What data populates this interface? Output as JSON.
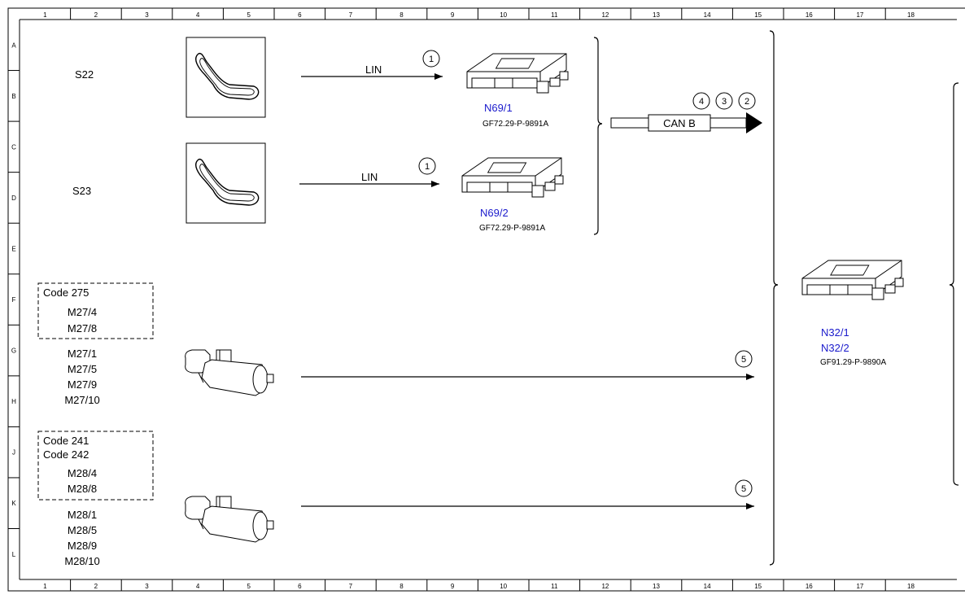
{
  "grid": {
    "columns": [
      "1",
      "2",
      "3",
      "4",
      "5",
      "6",
      "7",
      "8",
      "9",
      "10",
      "11",
      "12",
      "13",
      "14",
      "15",
      "16",
      "17",
      "18"
    ],
    "rows": [
      "A",
      "B",
      "C",
      "D",
      "E",
      "F",
      "G",
      "H",
      "J",
      "K",
      "L"
    ]
  },
  "components": {
    "s22": "S22",
    "s23": "S23",
    "m27_optional": [
      "Code 275",
      "M27/4",
      "M27/8"
    ],
    "m27": [
      "M27/1",
      "M27/5",
      "M27/9",
      "M27/10"
    ],
    "m28_optional": [
      "Code 241",
      "Code 242",
      "M28/4",
      "M28/8"
    ],
    "m28": [
      "M28/1",
      "M28/5",
      "M28/9",
      "M28/10"
    ]
  },
  "modules": {
    "n69_1": {
      "label": "N69/1",
      "ref": "GF72.29-P-9891A"
    },
    "n69_2": {
      "label": "N69/2",
      "ref": "GF72.29-P-9891A"
    },
    "n32": {
      "label1": "N32/1",
      "label2": "N32/2",
      "ref": "GF91.29-P-9890A"
    }
  },
  "signals": {
    "lin1": "LIN",
    "lin2": "LIN",
    "canb": "CAN B",
    "circle_lin1": "1",
    "circle_lin2": "1",
    "circle_can": [
      "4",
      "3",
      "2"
    ],
    "circle_m27": "5",
    "circle_m28": "5"
  },
  "colors": {
    "line": "#000000",
    "module_label": "#1a1acc",
    "text": "#000000"
  }
}
